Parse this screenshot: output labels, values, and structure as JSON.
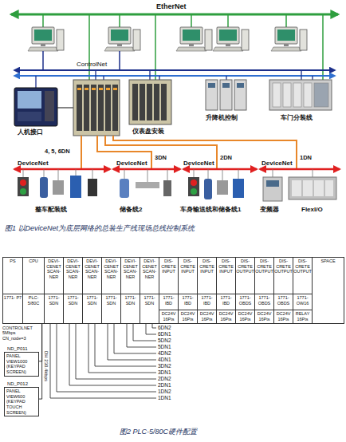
{
  "diagram": {
    "caption": "图1 以DeviceNet为底层网络的总装生产线现场总线控制系统",
    "nodes": [
      {
        "text": [
          "PS",
          "1771- P7"
        ]
      },
      {
        "text": [
          "CPU",
          "PLC- 5/80C"
        ]
      },
      {
        "text": [
          "DEVI- CENET SCAN- NER",
          "1771- SDN"
        ]
      },
      {
        "text": [
          "DEVI- CENET SCAN- NER",
          "1771- SDN"
        ]
      },
      {
        "text": [
          "DEVI- CENET SCAN- NER",
          "1771- SDN"
        ]
      },
      {
        "text": [
          "DEVI- CENET SCAN- NER",
          "1771- SDN"
        ]
      },
      {
        "text": [
          "DEVI- CENET SCAN- NER",
          "1771- SDN"
        ]
      },
      {
        "text": [
          "DEVI- CENET SCAN- NER",
          "1771- SDN"
        ]
      },
      {
        "text": [
          "DIS- CRETE INPUT",
          "1771- IBD",
          "DC24V 16Pts"
        ]
      },
      {
        "text": [
          "DIS- CRETE INPUT",
          "1771- IBD",
          "DC24V 16Pts"
        ]
      },
      {
        "text": [
          "DIS- CRETE INPUT",
          "1771- IBD",
          "DC24V 16Pts"
        ]
      },
      {
        "text": [
          "DIS- CRETE INPUT",
          "1771- IBD",
          "DC24V 16Pts"
        ]
      },
      {
        "text": [
          "DIS- CRETE OUTPUT",
          "1771- OBDS",
          "DC24V 16Pts"
        ]
      },
      {
        "text": [
          "DIS- CRETE OUTPUT",
          "1771- OBDS",
          "DC24V 16Pts"
        ]
      },
      {
        "text": [
          "DIS- CRETE OUTPUT",
          "1771- OBDS",
          "DC24V 16Pts"
        ]
      },
      {
        "text": [
          "DIS- CRETE OUTPUT",
          "1771- OW16",
          "RELAY 16Pts"
        ]
      },
      {
        "text": [
          "SPACE"
        ]
      },
      {
        "text": [
          "ND_P011",
          "PANEL VIEW1000 (KEYPAD SCREEN)"
        ]
      },
      {
        "text": [
          "ND_P012",
          "PANEL VIEW600 (KEYPAD TOUCH SCREEN)"
        ]
      }
    ],
    "edges": [
      {
        "from": 1,
        "to": 17,
        "arrow": "none"
      },
      {
        "from": 1,
        "to": 18,
        "arrow": "none"
      }
    ],
    "labels": [
      "EtherNet",
      "ControlNet",
      "人机接口",
      "仪表盘安装",
      "升降机控制",
      "车门分装线",
      "4, 5, 6DN",
      "3DN",
      "2DN",
      "1DN",
      "DeviceNet",
      "DeviceNet",
      "DeviceNet",
      "DeviceNet",
      "整车配装线",
      "储备线2",
      "车身输送线和储备线1",
      "变频器",
      "FlexI/O",
      "CONTROLNET 5Mbps CN_node=3",
      "DH 230.4kbps",
      "6DN2",
      "6DN1",
      "5DN2",
      "5DN1",
      "4DN2",
      "4DN1",
      "3DN2",
      "3DN1",
      "2DN2",
      "2DN1",
      "1DN2",
      "1DN1",
      "图2 PLC-5/80C硬件配置"
    ]
  }
}
